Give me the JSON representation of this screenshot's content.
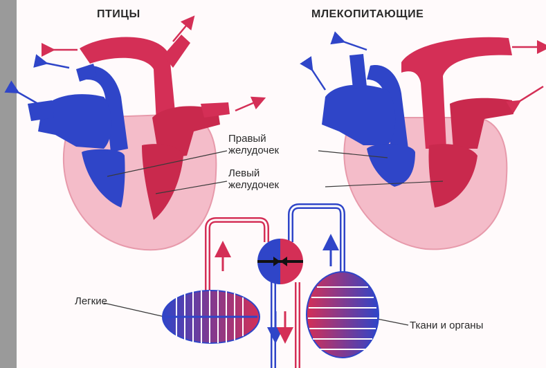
{
  "titles": {
    "birds": "ПТИЦЫ",
    "mammals": "МЛЕКОПИТАЮЩИЕ"
  },
  "labels": {
    "right_ventricle_line1": "Правый",
    "right_ventricle_line2": "желудочек",
    "left_ventricle_line1": "Левый",
    "left_ventricle_line2": "желудочек",
    "lungs": "Легкие",
    "tissues": "Ткани и органы"
  },
  "colors": {
    "arterial": "#d42f56",
    "venous": "#2f45c8",
    "myocardium": "#f4bcc9",
    "background": "#fffafb",
    "sidebar": "#9a9a9a"
  }
}
